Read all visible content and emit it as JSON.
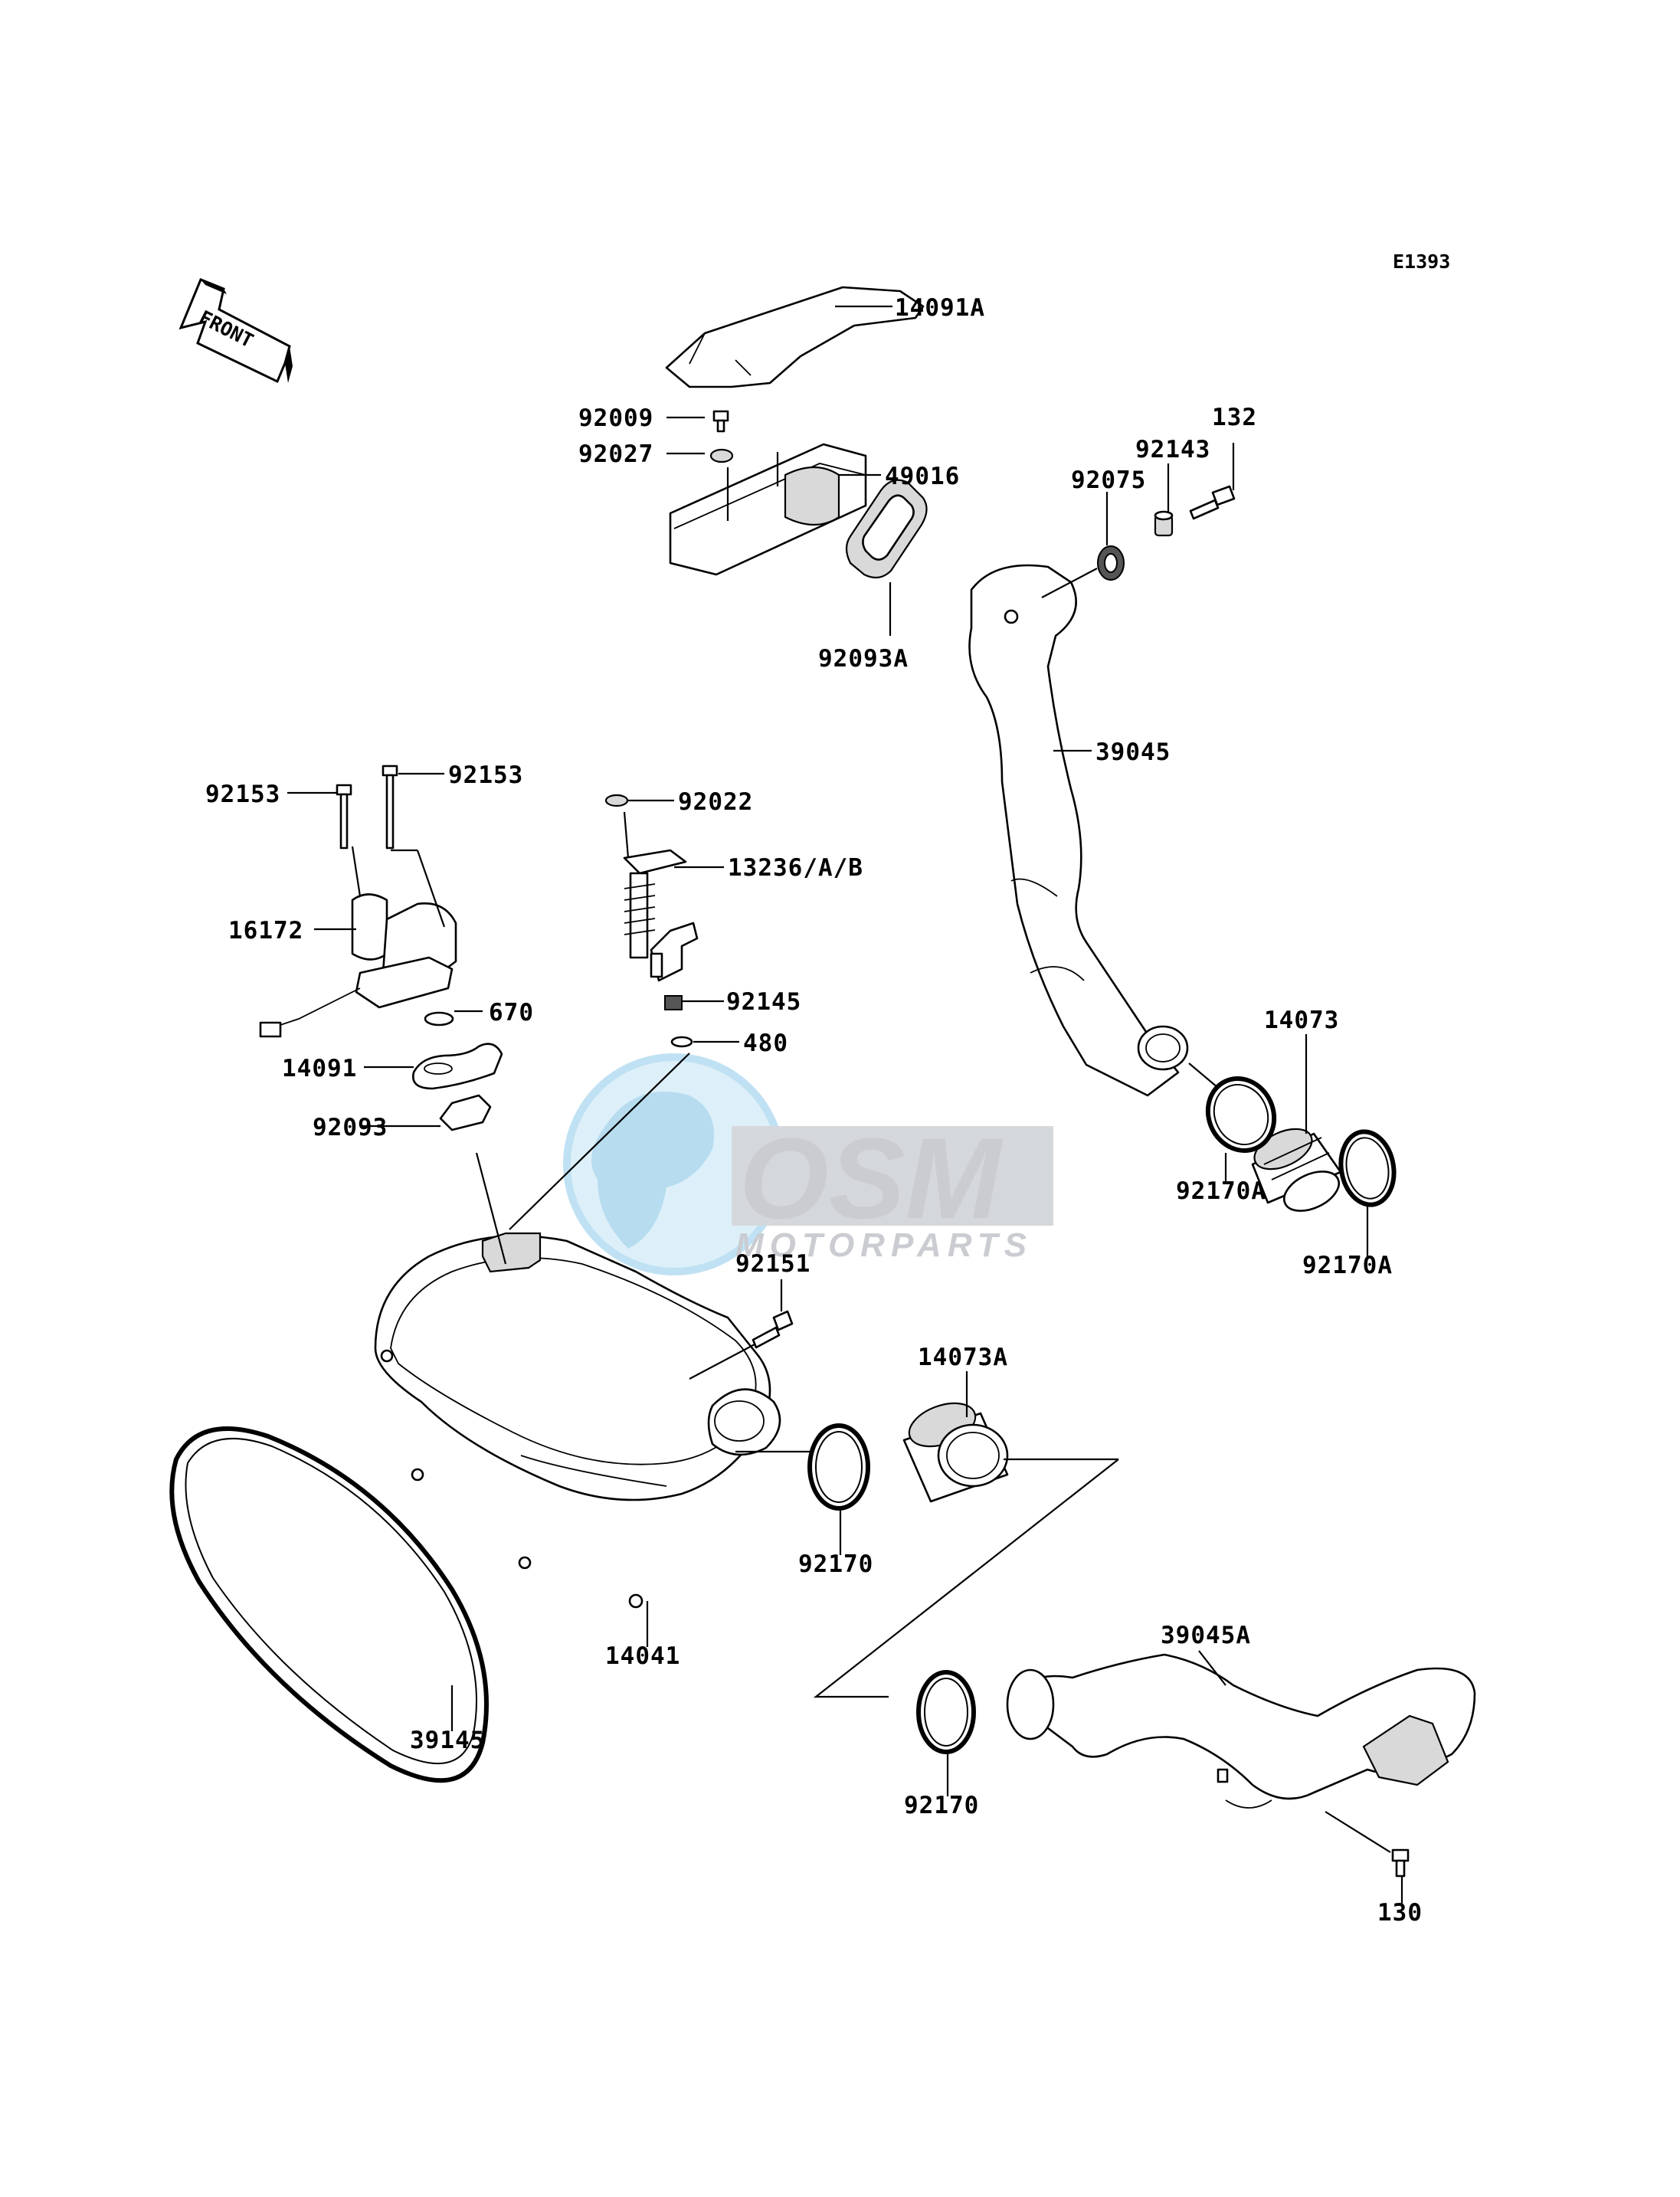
{
  "diagram": {
    "ref_code": "E1393",
    "front_label": "FRONT",
    "watermark": {
      "brand": "OSM",
      "tagline": "MOTORPARTS"
    },
    "parts": [
      {
        "id": "p14091A",
        "number": "14091A"
      },
      {
        "id": "p92009",
        "number": "92009"
      },
      {
        "id": "p92027",
        "number": "92027"
      },
      {
        "id": "p49016",
        "number": "49016"
      },
      {
        "id": "p92093A",
        "number": "92093A"
      },
      {
        "id": "p132",
        "number": "132"
      },
      {
        "id": "p92143",
        "number": "92143"
      },
      {
        "id": "p92075",
        "number": "92075"
      },
      {
        "id": "p39045",
        "number": "39045"
      },
      {
        "id": "p92153a",
        "number": "92153"
      },
      {
        "id": "p92153b",
        "number": "92153"
      },
      {
        "id": "p16172",
        "number": "16172"
      },
      {
        "id": "p92022",
        "number": "92022"
      },
      {
        "id": "p13236",
        "number": "13236/A/B"
      },
      {
        "id": "p670",
        "number": "670"
      },
      {
        "id": "p92145",
        "number": "92145"
      },
      {
        "id": "p14091",
        "number": "14091"
      },
      {
        "id": "p480",
        "number": "480"
      },
      {
        "id": "p92093",
        "number": "92093"
      },
      {
        "id": "p14073",
        "number": "14073"
      },
      {
        "id": "p92170Aa",
        "number": "92170A"
      },
      {
        "id": "p92170Ab",
        "number": "92170A"
      },
      {
        "id": "p92151",
        "number": "92151"
      },
      {
        "id": "p14073A",
        "number": "14073A"
      },
      {
        "id": "p92170a",
        "number": "92170"
      },
      {
        "id": "p14041",
        "number": "14041"
      },
      {
        "id": "p39145",
        "number": "39145"
      },
      {
        "id": "p39045A",
        "number": "39045A"
      },
      {
        "id": "p92170b",
        "number": "92170"
      },
      {
        "id": "p130",
        "number": "130"
      }
    ]
  }
}
